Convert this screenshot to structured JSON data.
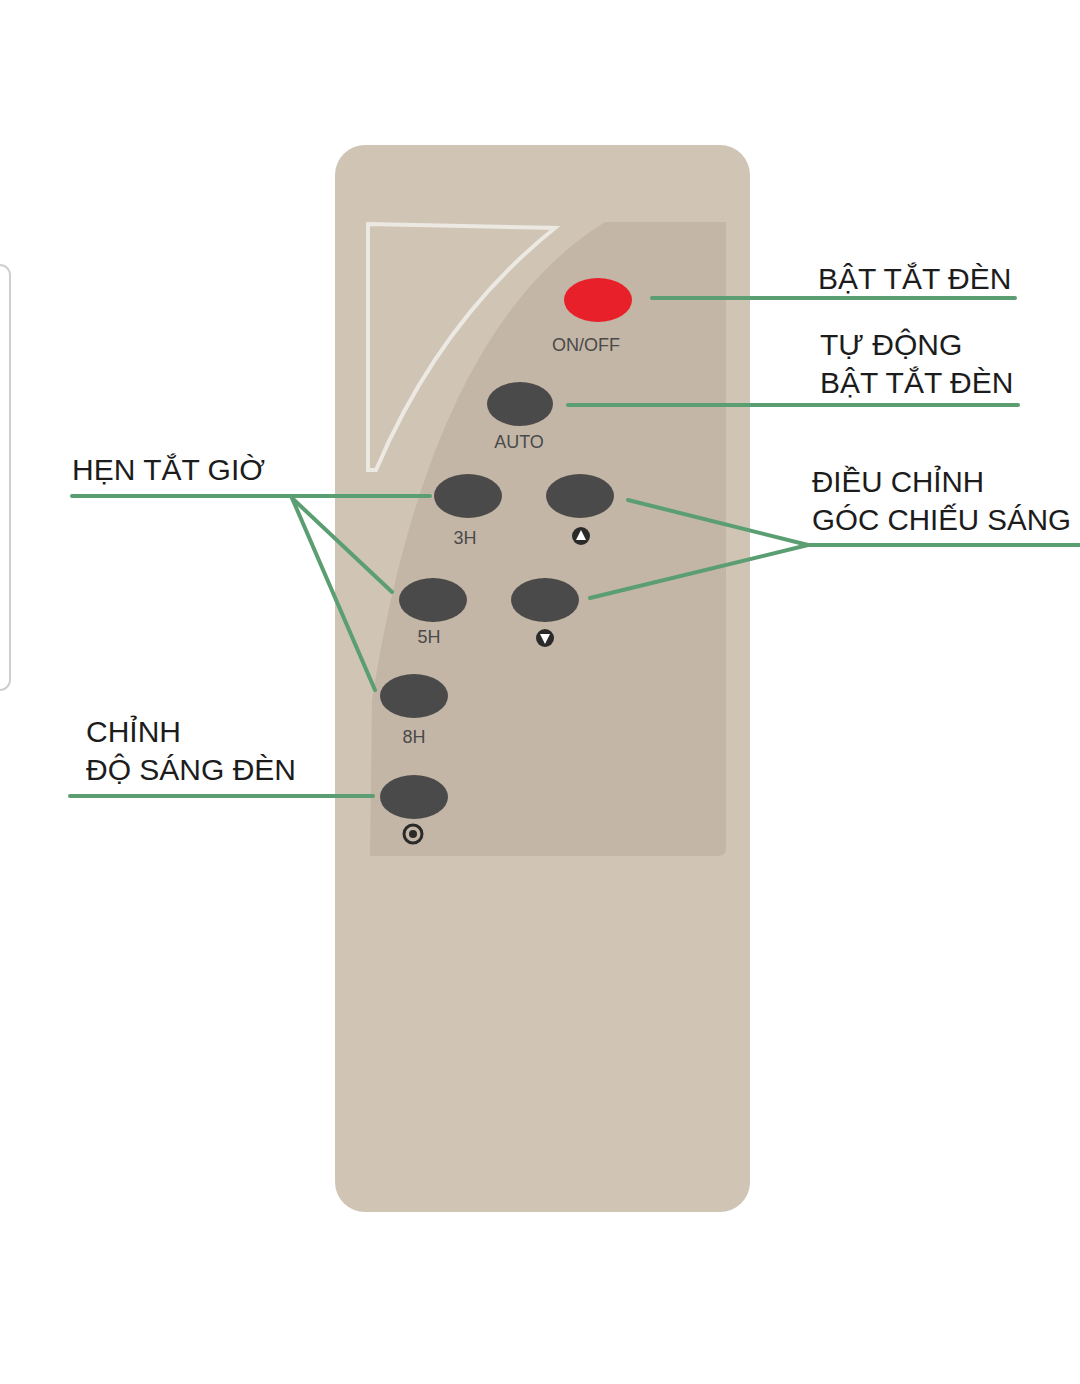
{
  "diagram": {
    "labels": [
      "BẬT TẮT ĐÈN",
      "ON/OFF",
      "TỰ ĐỘNG BẬT TẮT ĐÈN",
      "AUTO",
      "HẸN TẮT GIỜ",
      "3H",
      "ĐIỀU CHỈNH GÓC CHIẾU SÁNG",
      "5H",
      "8H",
      "CHỈNH ĐỘ SÁNG ĐÈN"
    ]
  }
}
